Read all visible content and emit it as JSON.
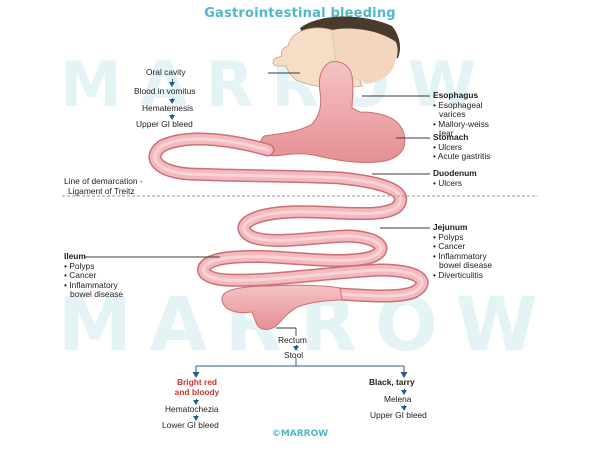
{
  "title": "Gastrointestinal bleeding",
  "watermark": "MARROW",
  "footer": "©MARROW",
  "flow_top": [
    "Oral cavity",
    "Blood in vomitus",
    "Hematemesis",
    "Upper GI bleed"
  ],
  "labels": {
    "esophagus": {
      "heading": "Esophagus",
      "items": [
        "• Esophageal",
        "  varices",
        "• Mallory-weiss",
        "  tear"
      ]
    },
    "stomach": {
      "heading": "Stomach",
      "items": [
        "• Ulcers",
        "• Acute gastritis"
      ]
    },
    "duodenum": {
      "heading": "Duodenum",
      "items": [
        "• Ulcers"
      ]
    },
    "jejunum": {
      "heading": "Jejunum",
      "items": [
        "• Polyps",
        "• Cancer",
        "• Inflammatory",
        "  bowel disease",
        "• Diverticulitis"
      ]
    },
    "ileum": {
      "heading": "Ileum",
      "items": [
        "• Polyps",
        "• Cancer",
        "• Inflammatory",
        "  bowel disease"
      ]
    }
  },
  "demarcation": [
    "Line of demarcation -",
    "Ligament of Treitz"
  ],
  "flow_bottom": {
    "rectum": "Rectum",
    "stool": "Stool",
    "left": [
      "Bright red",
      "and bloody",
      "Hematochezia",
      "Lower GI bleed"
    ],
    "right": [
      "Black, tarry",
      "Melena",
      "Upper GI bleed"
    ]
  }
}
